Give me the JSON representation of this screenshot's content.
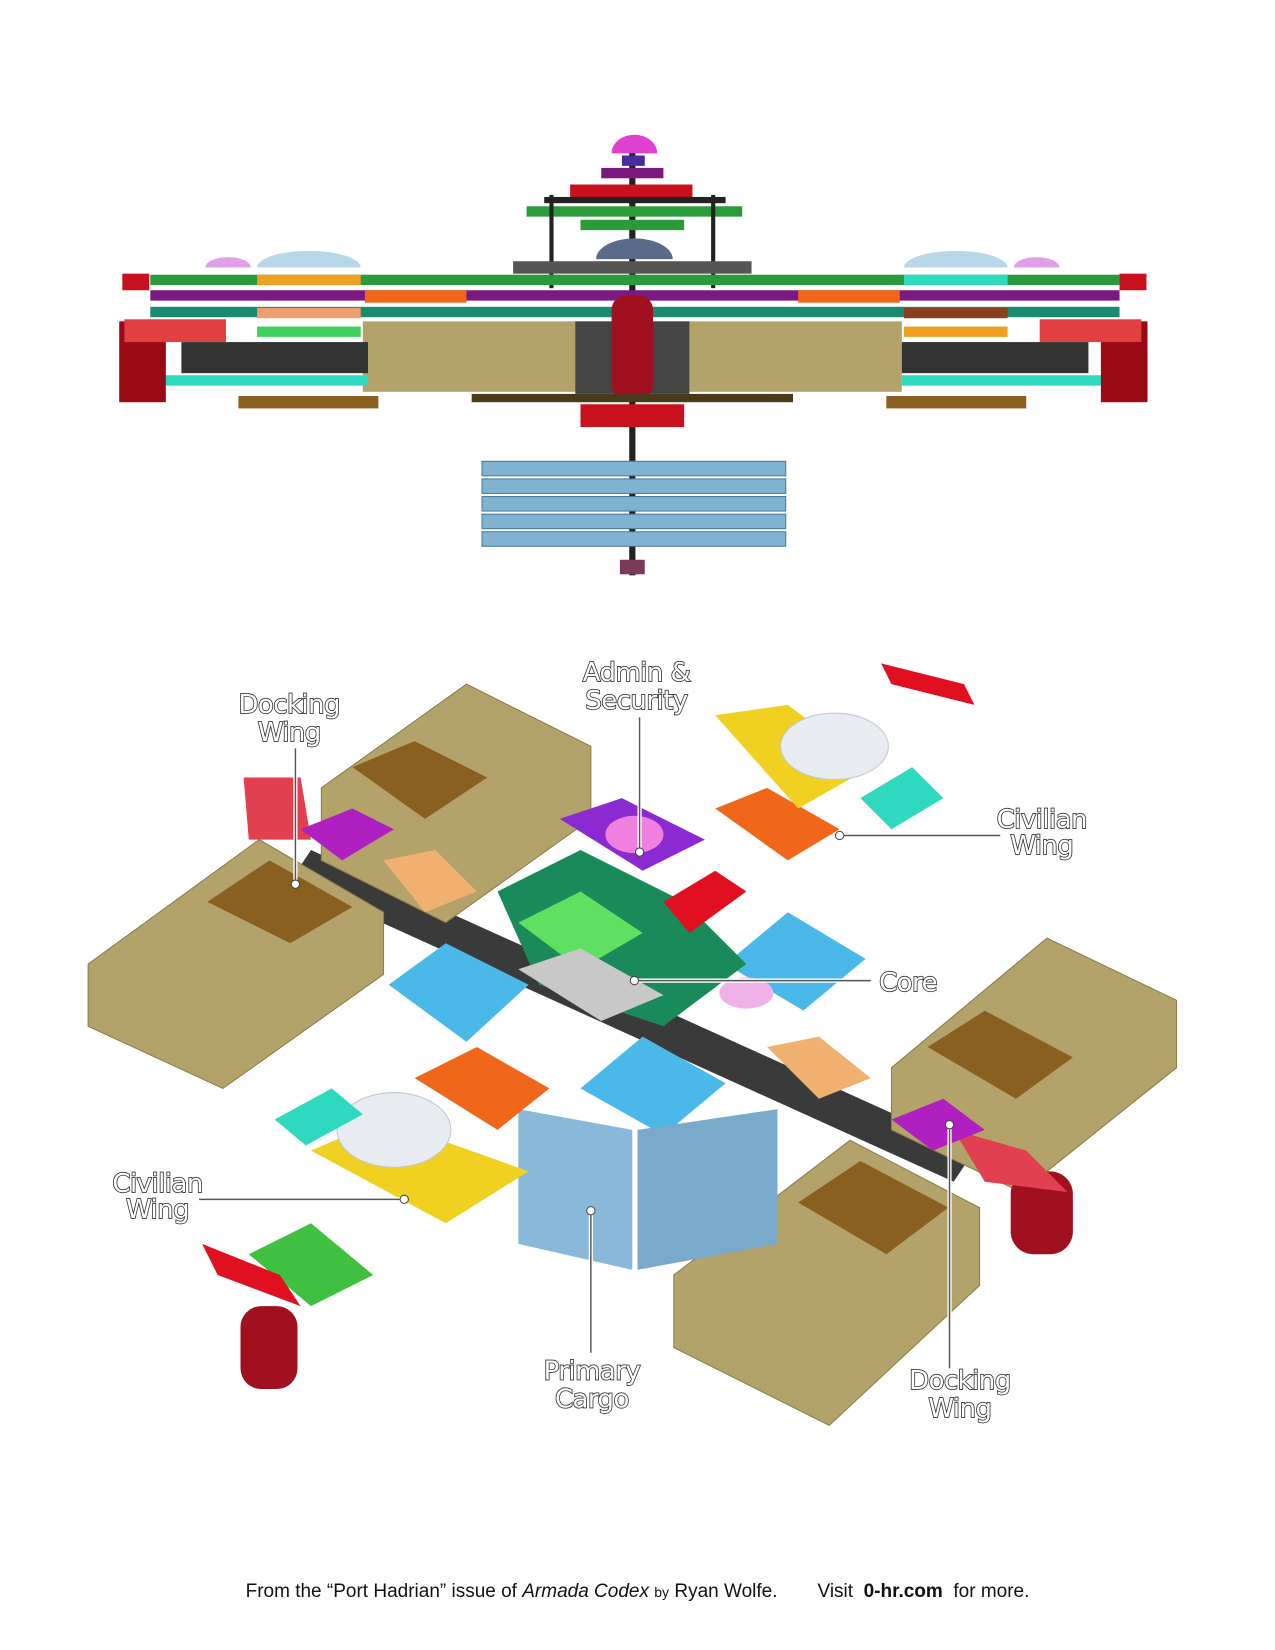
{
  "figure": {
    "top_view_caption": "",
    "callouts": {
      "admin_security": [
        "Admin &",
        "Security"
      ],
      "docking_wing_left": [
        "Docking",
        "Wing"
      ],
      "civilian_wing_right": [
        "Civilian",
        "Wing"
      ],
      "core": [
        "Core"
      ],
      "civilian_wing_left": [
        "Civilian",
        "Wing"
      ],
      "primary_cargo": [
        "Primary",
        "Cargo"
      ],
      "docking_wing_right": [
        "Docking",
        "Wing"
      ]
    }
  },
  "footer": {
    "prefix": "From the “Port Hadrian” issue of ",
    "publication": "Armada Codex",
    "by": "by",
    "author": "Ryan Wolfe.",
    "visit": "Visit",
    "site": "0-hr.com",
    "suffix": "for more."
  },
  "colors": {
    "khaki": "#b3a36a",
    "red": "#c8101e",
    "cargo_blue": "#7fb3cf",
    "orange": "#f0661a",
    "teal": "#2fd9c0"
  }
}
